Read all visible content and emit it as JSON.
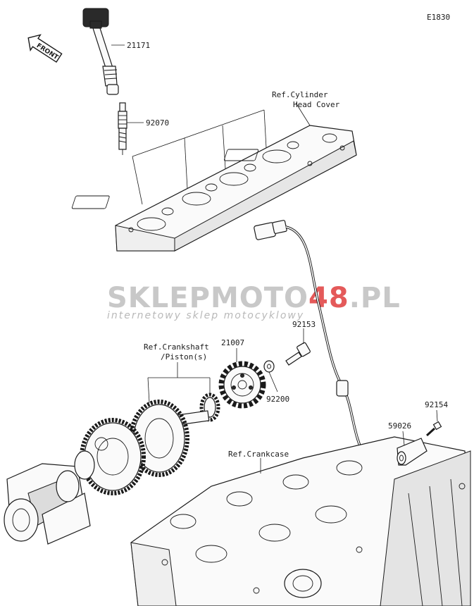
{
  "diagram_id": "E1830",
  "front_label": "FRONT",
  "watermark": {
    "brand_left": "SKLEP",
    "brand_mid": "MOTO",
    "brand_num": "48",
    "brand_right": ".PL",
    "tagline": "internetowy sklep motocyklowy",
    "colors": {
      "grey": "#c8c8c8",
      "red": "#e45a5a"
    }
  },
  "parts": [
    {
      "number": "21171",
      "desc": "ignition coil"
    },
    {
      "number": "92070",
      "desc": "spark plug"
    },
    {
      "number": "21007",
      "desc": "timing rotor"
    },
    {
      "number": "92153",
      "desc": "bolt"
    },
    {
      "number": "92200",
      "desc": "washer"
    },
    {
      "number": "92154",
      "desc": "bolt"
    },
    {
      "number": "59026",
      "desc": "crankshaft sensor"
    }
  ],
  "references": {
    "cylinder_head_cover_line1": "Ref.Cylinder",
    "cylinder_head_cover_line2": "Head Cover",
    "crankshaft_line1": "Ref.Crankshaft",
    "crankshaft_line2": "/Piston(s)",
    "crankcase": "Ref.Crankcase"
  }
}
